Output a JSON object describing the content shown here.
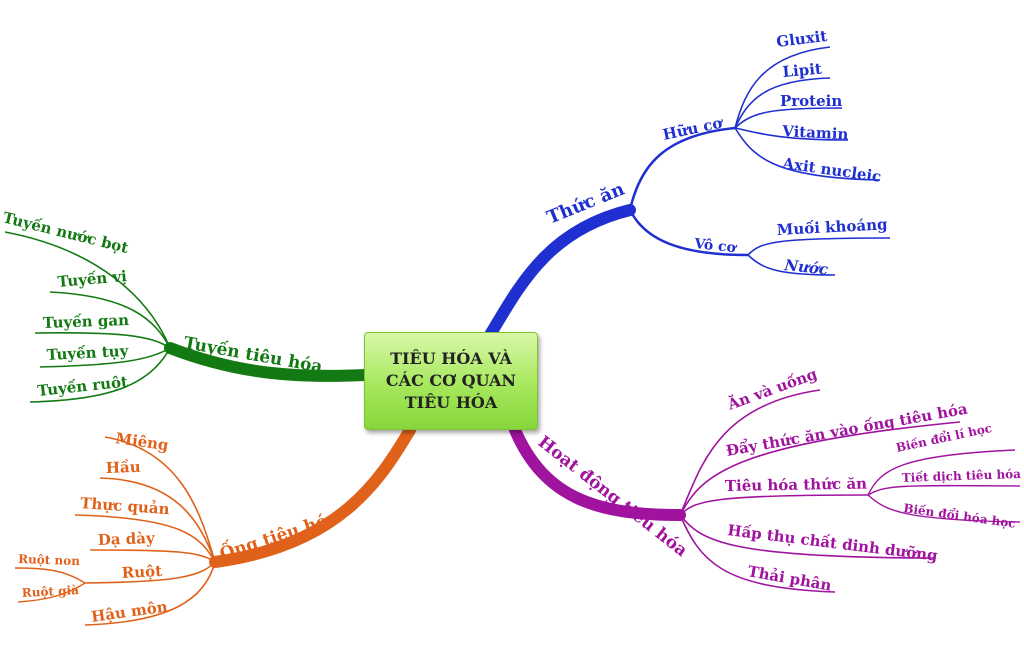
{
  "center": {
    "line1": "TIÊU HÓA VÀ",
    "line2": "CÁC CƠ QUAN",
    "line3": "TIÊU HÓA"
  },
  "colors": {
    "blue": "#1f2fd0",
    "green": "#137a13",
    "orange": "#e0621a",
    "purple": "#a0139f",
    "center_fill": "#a6e85c"
  },
  "branches": {
    "thuc_an": {
      "label": "Thức ăn",
      "huu_co": {
        "label": "Hữu cơ",
        "items": [
          "Gluxit",
          "Lipit",
          "Protein",
          "Vitamin",
          "Axit nucleic"
        ]
      },
      "vo_co": {
        "label": "Vô cơ",
        "items": [
          "Muối khoáng",
          "Nước"
        ]
      }
    },
    "tuyen_tieu_hoa": {
      "label": "Tuyến tiêu hóa",
      "items": [
        "Tuyến nước bọt",
        "Tuyến vị",
        "Tuyến gan",
        "Tuyến tụy",
        "Tuyến ruột"
      ]
    },
    "ong_tieu_hoa": {
      "label": "Ống tiêu hóa",
      "items": [
        "Miệng",
        "Hầu",
        "Thực quản",
        "Dạ dày",
        "Ruột",
        "Hậu môn"
      ],
      "ruot_items": [
        "Ruột non",
        "Ruột già"
      ]
    },
    "hoat_dong": {
      "label": "Hoạt động tiêu hóa",
      "items": [
        "Ăn và uống",
        "Đẩy thức ăn vào ống tiêu hóa",
        "Tiêu hóa thức ăn",
        "Hấp thụ chất dinh dưỡng",
        "Thải phân"
      ],
      "tieu_hoa_items": [
        "Biến đổi lí học",
        "Tiết dịch tiêu hóa",
        "Biến đổi hóa học"
      ]
    }
  }
}
